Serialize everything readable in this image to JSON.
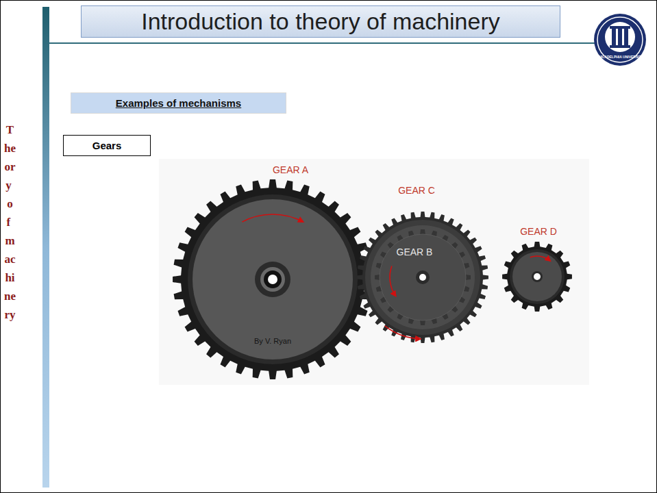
{
  "diagram": {
    "title": "Introduction to theory of machinery",
    "nodes": [
      {
        "text": [
          "Introduction to theory of machinery"
        ]
      },
      {
        "text": [
          "Examples of mechanisms"
        ]
      },
      {
        "text": [
          "Gears"
        ]
      }
    ],
    "labels": [
      "Theory of machinery",
      "PHILADELPHIA UNIVERSITY",
      "GEAR A",
      "GEAR C",
      "GEAR B",
      "GEAR D",
      "By V. Ryan"
    ]
  }
}
